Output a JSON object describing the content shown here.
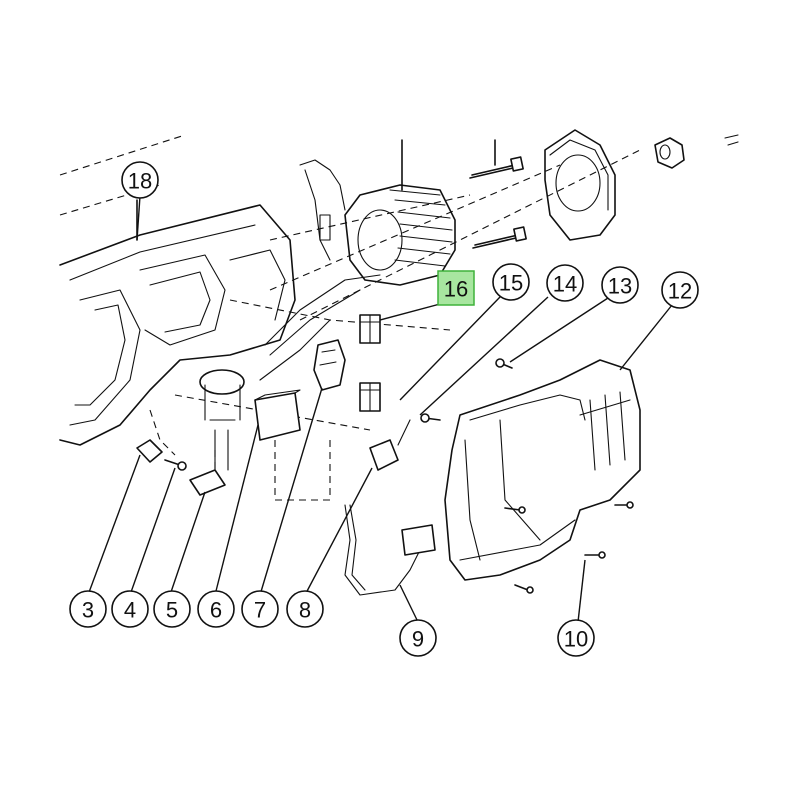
{
  "diagram": {
    "callouts": [
      {
        "id": "3",
        "label": "3"
      },
      {
        "id": "4",
        "label": "4"
      },
      {
        "id": "5",
        "label": "5"
      },
      {
        "id": "6",
        "label": "6"
      },
      {
        "id": "7",
        "label": "7"
      },
      {
        "id": "8",
        "label": "8"
      },
      {
        "id": "9",
        "label": "9"
      },
      {
        "id": "10",
        "label": "10"
      },
      {
        "id": "12",
        "label": "12"
      },
      {
        "id": "13",
        "label": "13"
      },
      {
        "id": "14",
        "label": "14"
      },
      {
        "id": "15",
        "label": "15"
      },
      {
        "id": "16",
        "label": "16",
        "highlighted": true
      },
      {
        "id": "18",
        "label": "18"
      }
    ],
    "highlight_color": "#a8e6a0"
  }
}
